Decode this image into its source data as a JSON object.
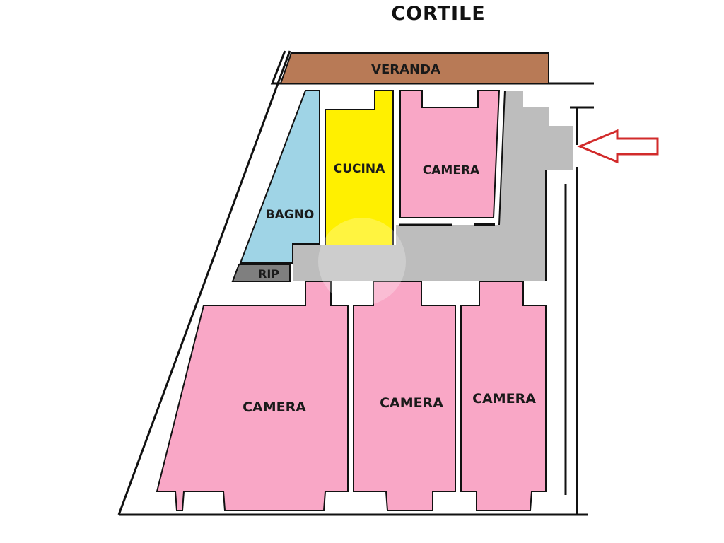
{
  "title": "CORTILE",
  "rooms": {
    "veranda": {
      "label": "VERANDA",
      "color": "#B87A56"
    },
    "bagno": {
      "label": "BAGNO",
      "color": "#9FD4E6"
    },
    "cucina": {
      "label": "CUCINA",
      "color": "#FFF000"
    },
    "camera_top": {
      "label": "CAMERA",
      "color": "#F9A7C6"
    },
    "rip": {
      "label": "RIP",
      "color": "#7F7F7F"
    },
    "corridor": {
      "label": "",
      "color": "#BDBDBD"
    },
    "camera_bl": {
      "label": "CAMERA",
      "color": "#F9A7C6"
    },
    "camera_bm": {
      "label": "CAMERA",
      "color": "#F9A7C6"
    },
    "camera_br": {
      "label": "CAMERA",
      "color": "#F9A7C6"
    }
  },
  "entrance_arrow": {
    "icon": "arrow-left-icon",
    "color": "#D22B2B"
  },
  "wall_color": "#111111"
}
